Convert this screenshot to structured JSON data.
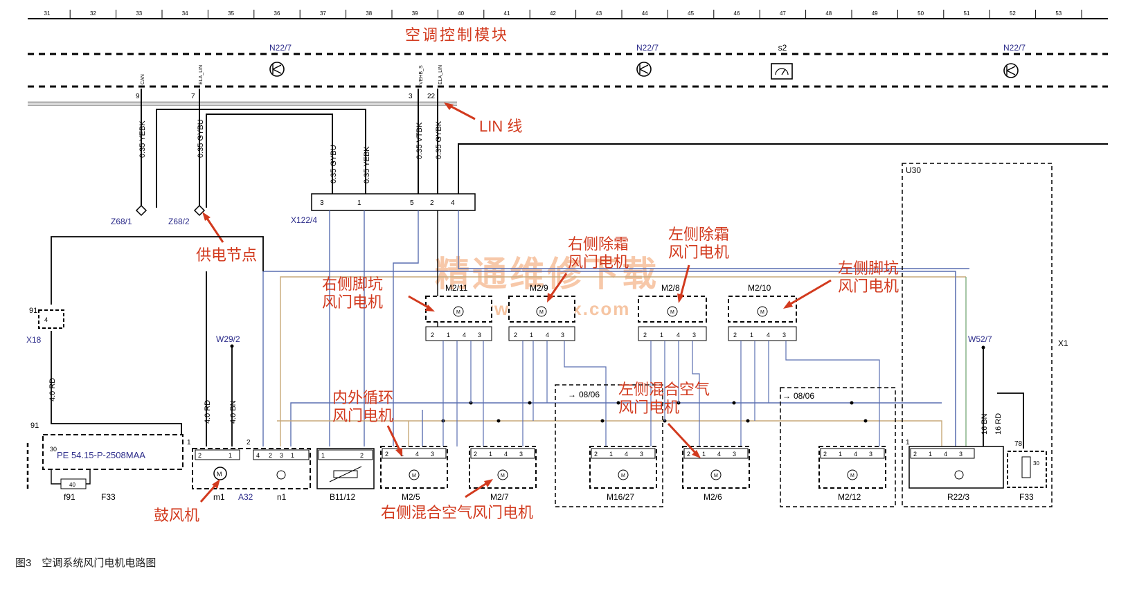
{
  "ruler": [
    "31",
    "32",
    "33",
    "34",
    "35",
    "36",
    "37",
    "38",
    "39",
    "40",
    "41",
    "42",
    "43",
    "44",
    "45",
    "46",
    "47",
    "48",
    "49",
    "50",
    "51",
    "52",
    "53"
  ],
  "title_module": "空调控制模块",
  "n22_labels": [
    "N22/7",
    "N22/7",
    "N22/7"
  ],
  "s2_label": "s2",
  "pin_numbers": [
    "9",
    "7",
    "3",
    "22"
  ],
  "top_pin_signals": [
    "CAN",
    "ELA_LIN",
    "VEHB_S",
    "ELA_LIN"
  ],
  "wires": [
    "0.35 YEBK",
    "0.35 GYBU",
    "0.35 GYBU",
    "0.35 YEBK",
    "0.35 VTBK",
    "0.35 GYBK"
  ],
  "lin_label": "LIN 线",
  "nodes": {
    "z68_1": "Z68/1",
    "z68_2": "Z68/2",
    "x122": "X122/4",
    "x18": "X18",
    "w29": "W29/2",
    "w52": "W52/7",
    "u30": "U30",
    "x1": "X1"
  },
  "x122_pins": [
    "3",
    "1",
    "5",
    "2",
    "4"
  ],
  "annotations": {
    "supply_node": "供电节点",
    "right_defrost": "右侧除霜\n风门电机",
    "left_defrost": "左侧除霜\n风门电机",
    "right_foot": "右侧脚坑\n风门电机",
    "left_foot": "左侧脚坑\n风门电机",
    "recirc": "内外循环\n风门电机",
    "left_mix": "左侧混合空气\n风门电机",
    "right_mix": "右侧混合空气风门电机",
    "blower": "鼓风机"
  },
  "upper_motors": [
    "M2/11",
    "M2/9",
    "M2/8",
    "M2/10"
  ],
  "upper_motor_pins": [
    "2",
    "1",
    "4",
    "3"
  ],
  "bottom_components": [
    "m1",
    "A32",
    "n1",
    "B11/12",
    "M2/5",
    "M2/7",
    "M16/27",
    "M2/6",
    "M2/12",
    "R22/3",
    "F33"
  ],
  "fuse_labels": {
    "f91": "f91",
    "f33_left": "F33",
    "fuse_value": "40",
    "pin_91": "91",
    "pin_30": "30",
    "pin_78": "78"
  },
  "wire_bottom": [
    "4.0 RD",
    "4.0 RD",
    "4.0 BN",
    "16 BN",
    "16 RD"
  ],
  "date_codes": [
    "08/06",
    "08/06"
  ],
  "reference": "PE 54.15-P-2508MAA",
  "watermark_cn": "精通维修下载",
  "watermark_url": "www.gzweix.com",
  "caption": "图3　空调系统风门电机电路图",
  "colors": {
    "wire_blue": "#5a6fb0",
    "wire_green": "#7fae7f",
    "wire_tan": "#c7a878",
    "annotation_red": "#d23a1e",
    "label_blue": "#2c2c8a",
    "watermark": "#f3b58a"
  }
}
